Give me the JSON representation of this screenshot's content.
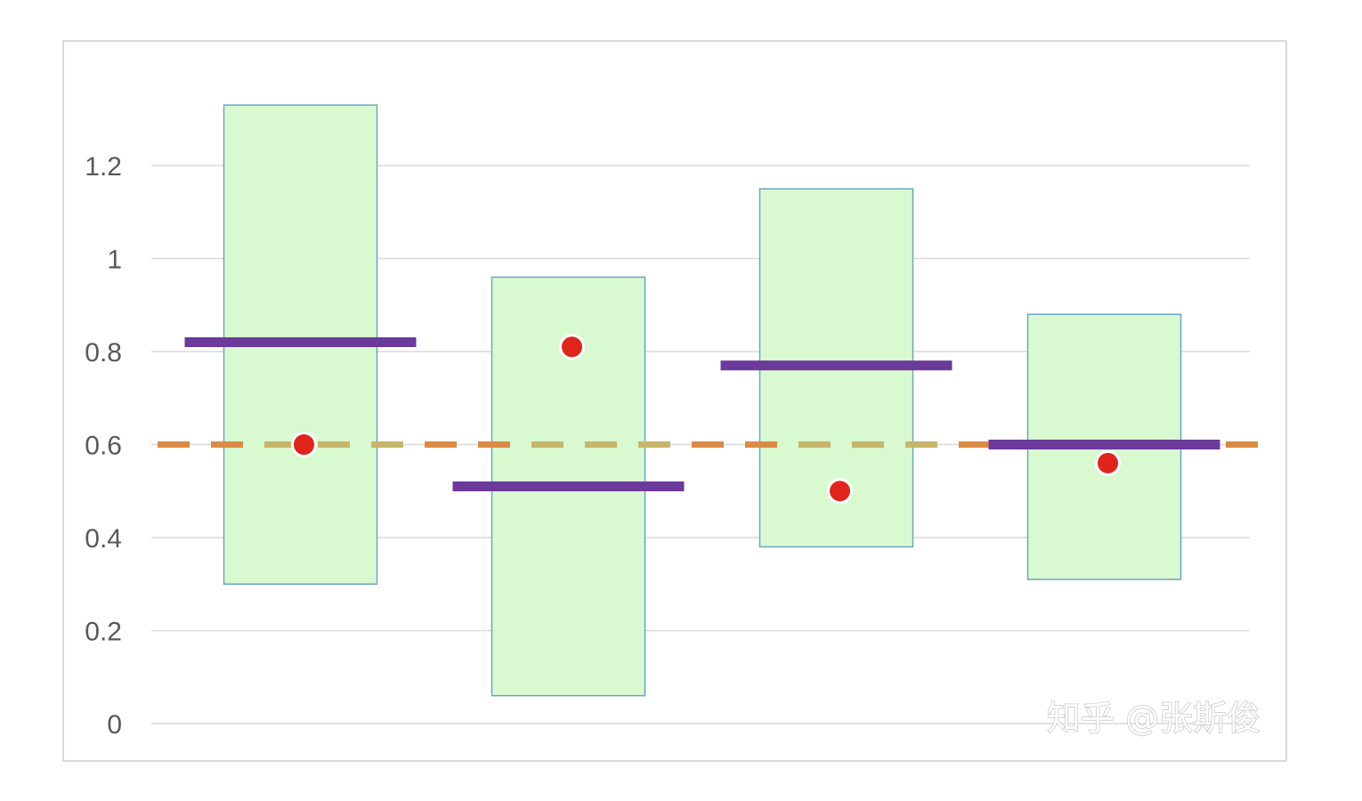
{
  "chart_data": {
    "type": "bar",
    "subtype": "floating-range-with-markers",
    "categories": [
      "",
      "",
      "",
      ""
    ],
    "ranges": [
      {
        "low": 0.3,
        "high": 1.33
      },
      {
        "low": 0.06,
        "high": 0.96
      },
      {
        "low": 0.38,
        "high": 1.15
      },
      {
        "low": 0.31,
        "high": 0.88
      }
    ],
    "target_values": [
      0.82,
      0.51,
      0.77,
      0.6
    ],
    "point_values": [
      0.6,
      0.81,
      0.5,
      0.56
    ],
    "reference_line": 0.6,
    "yticks": [
      "0",
      "0.2",
      "0.4",
      "0.6",
      "0.8",
      "1",
      "1.2"
    ],
    "ylim": [
      0,
      1.4
    ],
    "grid": true,
    "title": "",
    "xlabel": "",
    "ylabel": "",
    "colors": {
      "range_fill": "#d9f9d1",
      "range_stroke": "#6aa6bf",
      "target_line": "#6b3a9b",
      "point": "#e0241c",
      "point_stroke": "#ffffff",
      "reference_dash_a": "#d98b44",
      "reference_dash_b": "#c5b66a",
      "gridline": "#d9d9d9",
      "frame": "#d9d9d9"
    }
  },
  "watermark": "知乎 @张斯俊"
}
